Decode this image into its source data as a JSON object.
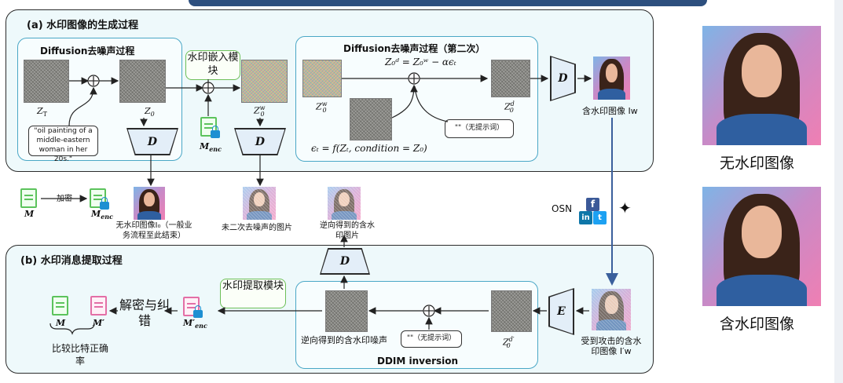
{
  "panel_a": {
    "title": "(a) 水印图像的生成过程",
    "diffusion1": {
      "title": "Diffusion去噪声过程",
      "zt_label": "Z",
      "zt_sub": "T",
      "z0_label": "Z",
      "z0_sub": "0",
      "prompt_text": "\"oil painting of a middle-eastern woman in her 20s.\"",
      "decoder_label": "D"
    },
    "embed_module": "水印嵌入模块",
    "menc_label": "M",
    "menc_sub": "enc",
    "z0w_label": "Z",
    "z0w_sup": "w",
    "z0w_sub": "0",
    "decoder2_label": "D",
    "diffusion2": {
      "title": "Diffusion去噪声过程（第二次）",
      "equation": "Z₀ᵈ = Z₀ʷ − αϵₜ",
      "input_label": "Z",
      "input_sup": "w",
      "input_sub": "0",
      "output_label": "Z",
      "output_sup": "d",
      "output_sub": "0",
      "prompt_text": "\"\"（无提示词）",
      "eps_equation": "ϵₜ = f(Zₜ, condition = Z₀)"
    },
    "decoder3_label": "D",
    "watermarked_caption": "含水印图像 Iw"
  },
  "middle": {
    "m_label": "M",
    "encrypt_label": "加密",
    "menc_label": "M",
    "menc_sub": "enc",
    "nowm_caption": "无水印图像I₀（一般业务流程至此结束）",
    "undenoised_caption": "未二次去噪声的图片",
    "inverse_caption": "逆向得到的含水印图片",
    "osn_label": "OSN"
  },
  "panel_b": {
    "title": "(b) 水印消息提取过程",
    "decoder_label": "D",
    "extract_module": "水印提取模块",
    "decrypt_label": "解密与纠错",
    "mprime_enc_label": "M′",
    "mprime_enc_sub": "enc",
    "m_label": "M",
    "mprime_label": "M′",
    "compare_caption": "比较比特正确率",
    "ddim": {
      "title": "DDIM inversion",
      "noise_caption": "逆向得到的含水印噪声",
      "prompt_text": "\"\"（无提示词）",
      "zd_label": "Z",
      "zd_sup": "d′",
      "zd_sub": "0"
    },
    "encoder_label": "E",
    "attacked_caption": "受到攻击的含水印图像 I′w"
  },
  "right": {
    "nowm_label": "无水印图像",
    "wm_label": "含水印图像"
  },
  "colors": {
    "panel_bg": "#eef9fb",
    "inner_border": "#4aa7c6",
    "module_border": "#6cbf58",
    "arrow_blue": "#3a5f9c",
    "top_bar": "#2d4f7e"
  }
}
